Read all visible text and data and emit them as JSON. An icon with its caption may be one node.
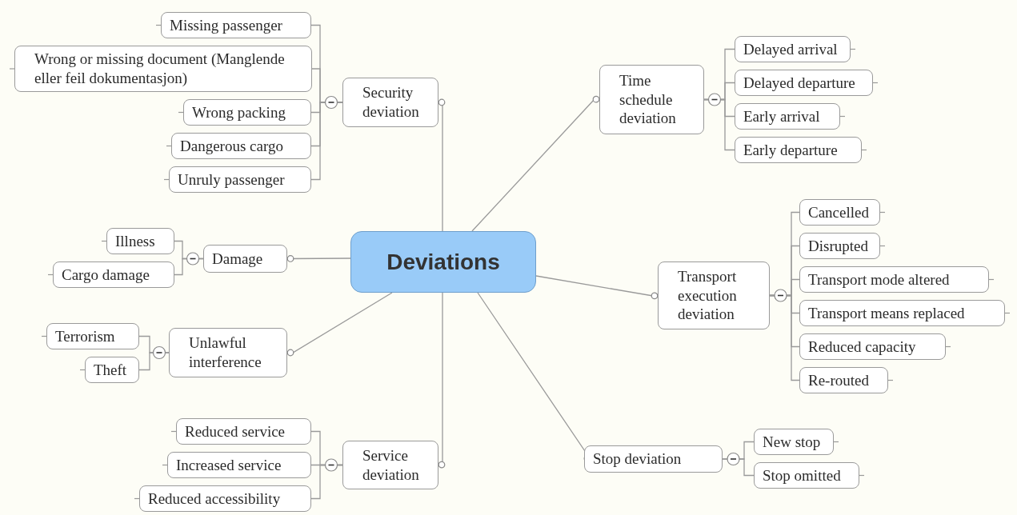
{
  "diagram": {
    "nodes": [
      {
        "text": [
          "Deviations"
        ]
      },
      {
        "text": [
          "Security deviation"
        ]
      },
      {
        "text": [
          "Missing passenger"
        ]
      },
      {
        "text": [
          "Wrong or missing document (Manglende eller feil dokumentasjon)"
        ]
      },
      {
        "text": [
          "Wrong packing"
        ]
      },
      {
        "text": [
          "Dangerous cargo"
        ]
      },
      {
        "text": [
          "Unruly passenger"
        ]
      },
      {
        "text": [
          "Time schedule deviation"
        ]
      },
      {
        "text": [
          "Delayed arrival"
        ]
      },
      {
        "text": [
          "Delayed departure"
        ]
      },
      {
        "text": [
          "Early arrival"
        ]
      },
      {
        "text": [
          "Early departure"
        ]
      },
      {
        "text": [
          "Damage"
        ]
      },
      {
        "text": [
          "Illness"
        ]
      },
      {
        "text": [
          "Cargo damage"
        ]
      },
      {
        "text": [
          "Transport execution deviation"
        ]
      },
      {
        "text": [
          "Cancelled"
        ]
      },
      {
        "text": [
          "Disrupted"
        ]
      },
      {
        "text": [
          "Transport mode altered"
        ]
      },
      {
        "text": [
          "Transport means replaced"
        ]
      },
      {
        "text": [
          "Reduced capacity"
        ]
      },
      {
        "text": [
          "Re-routed"
        ]
      },
      {
        "text": [
          "Unlawful interference"
        ]
      },
      {
        "text": [
          "Terrorism"
        ]
      },
      {
        "text": [
          "Theft"
        ]
      },
      {
        "text": [
          "Service deviation"
        ]
      },
      {
        "text": [
          "Reduced service"
        ]
      },
      {
        "text": [
          "Increased service"
        ]
      },
      {
        "text": [
          "Reduced accessibility"
        ]
      },
      {
        "text": [
          "Stop deviation"
        ]
      },
      {
        "text": [
          "New stop"
        ]
      },
      {
        "text": [
          "Stop omitted"
        ]
      }
    ],
    "edges": [
      {
        "from": 0,
        "to": 1,
        "arrow": "other"
      },
      {
        "from": 0,
        "to": 7,
        "arrow": "other"
      },
      {
        "from": 0,
        "to": 12,
        "arrow": "other"
      },
      {
        "from": 0,
        "to": 15,
        "arrow": "other"
      },
      {
        "from": 0,
        "to": 22,
        "arrow": "other"
      },
      {
        "from": 0,
        "to": 25,
        "arrow": "other"
      },
      {
        "from": 0,
        "to": 29,
        "arrow": "other"
      },
      {
        "from": 1,
        "to": 2,
        "arrow": "none"
      },
      {
        "from": 1,
        "to": 3,
        "arrow": "none"
      },
      {
        "from": 1,
        "to": 4,
        "arrow": "none"
      },
      {
        "from": 1,
        "to": 5,
        "arrow": "none"
      },
      {
        "from": 1,
        "to": 6,
        "arrow": "none"
      },
      {
        "from": 7,
        "to": 8,
        "arrow": "none"
      },
      {
        "from": 7,
        "to": 9,
        "arrow": "none"
      },
      {
        "from": 7,
        "to": 10,
        "arrow": "none"
      },
      {
        "from": 7,
        "to": 11,
        "arrow": "none"
      },
      {
        "from": 12,
        "to": 13,
        "arrow": "none"
      },
      {
        "from": 12,
        "to": 14,
        "arrow": "none"
      },
      {
        "from": 15,
        "to": 16,
        "arrow": "none"
      },
      {
        "from": 15,
        "to": 17,
        "arrow": "none"
      },
      {
        "from": 15,
        "to": 18,
        "arrow": "none"
      },
      {
        "from": 15,
        "to": 19,
        "arrow": "none"
      },
      {
        "from": 15,
        "to": 20,
        "arrow": "none"
      },
      {
        "from": 15,
        "to": 21,
        "arrow": "none"
      },
      {
        "from": 22,
        "to": 23,
        "arrow": "none"
      },
      {
        "from": 22,
        "to": 24,
        "arrow": "none"
      },
      {
        "from": 25,
        "to": 26,
        "arrow": "none"
      },
      {
        "from": 25,
        "to": 27,
        "arrow": "none"
      },
      {
        "from": 25,
        "to": 28,
        "arrow": "none"
      },
      {
        "from": 29,
        "to": 30,
        "arrow": "none"
      },
      {
        "from": 29,
        "to": 31,
        "arrow": "none"
      }
    ]
  }
}
